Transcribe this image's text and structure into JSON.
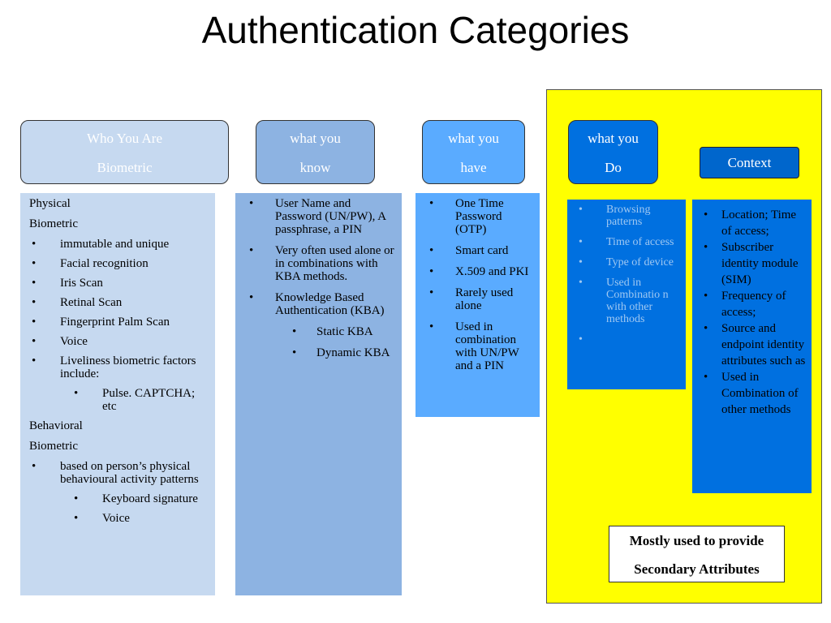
{
  "title": "Authentication Categories",
  "headers": {
    "who_you_are": [
      "Who You Are",
      "Biometric"
    ],
    "what_you_know": [
      "what you",
      "know"
    ],
    "what_you_have": [
      "what you",
      "have"
    ],
    "what_you_do": [
      "what you",
      "Do"
    ],
    "context": "Context"
  },
  "who_you_are": {
    "physical_label": [
      "Physical",
      "Biometric"
    ],
    "physical_items": [
      "immutable and unique",
      "Facial recognition",
      "Iris Scan",
      "Retinal Scan",
      "Fingerprint Palm Scan",
      "Voice",
      "Liveliness biometric factors include:"
    ],
    "liveliness_sub": [
      "Pulse. CAPTCHA; etc"
    ],
    "behavioral_label": [
      "Behavioral",
      "Biometric"
    ],
    "behavioral_items": [
      "based on person’s physical behavioural activity patterns"
    ],
    "behavioral_sub": [
      "Keyboard signature",
      "Voice"
    ]
  },
  "what_you_know": {
    "items": [
      "User Name and Password (UN/PW), A passphrase, a PIN",
      "Very often used alone or in combinations with KBA methods.",
      "Knowledge Based Authentication (KBA)"
    ],
    "kba_sub": [
      "Static KBA",
      "Dynamic KBA"
    ]
  },
  "what_you_have": {
    "items": [
      "One Time Password (OTP)",
      "Smart card",
      "X.509 and PKI",
      "Rarely used alone",
      "Used in combination with UN/PW and a PIN"
    ]
  },
  "what_you_do": {
    "items": [
      "Browsing patterns",
      "Time of access",
      "Type of device",
      "Used in Combinatio n with other methods",
      ""
    ]
  },
  "context": {
    "items": [
      "Location; Time of access;",
      "Subscriber identity module (SIM)",
      "Frequency of access;",
      "Source and endpoint identity attributes such as",
      "Used in Combination of other methods"
    ]
  },
  "note": [
    "Mostly used to provide",
    "Secondary Attributes"
  ],
  "bullet": "•",
  "colors": {
    "yellow_panel": "#ffff00",
    "who_you_are": "#c6d9f0",
    "what_you_know": "#8db3e2",
    "what_you_have": "#5aabff",
    "what_you_do": "#0070e0",
    "context": "#0066cc"
  }
}
